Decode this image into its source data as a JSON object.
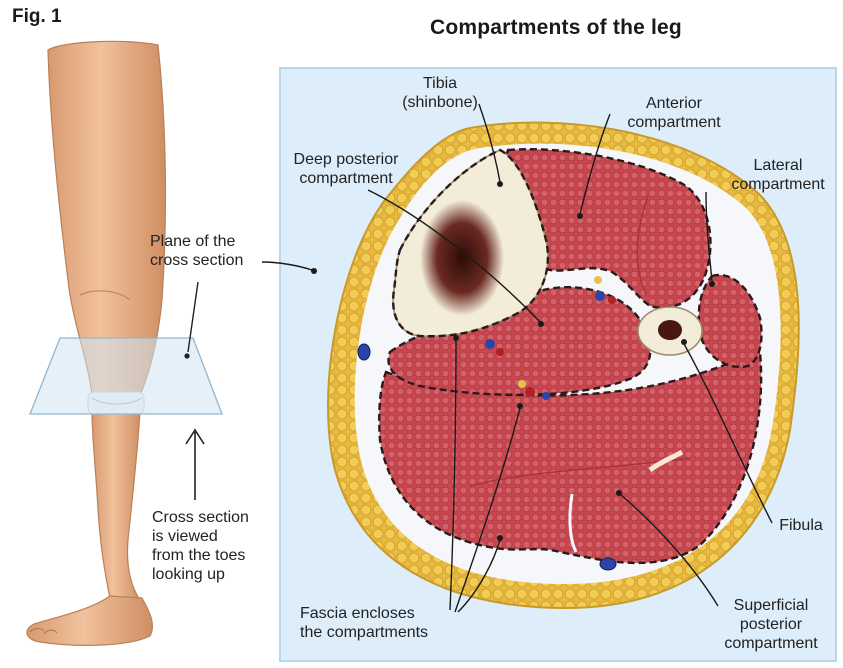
{
  "figure_label": "Fig. 1",
  "title": "Compartments of the leg",
  "labels": {
    "tibia": "Tibia\n(shinbone)",
    "anterior": "Anterior\ncompartment",
    "lateral": "Lateral\ncompartment",
    "deep_posterior": "Deep posterior\ncompartment",
    "plane": "Plane of the\ncross section",
    "cross_section_view": "Cross section\nis viewed\nfrom the toes\nlooking up",
    "fibula": "Fibula",
    "fascia": "Fascia encloses\nthe compartments",
    "superficial_posterior": "Superficial\nposterior\ncompartment"
  },
  "colors": {
    "skin": "#e9b48c",
    "fat": "#e9b93f",
    "muscle": "#c8474f",
    "bone": "#f3ecd9",
    "marrow": "#4a1612",
    "panel": "#ddeefa",
    "plane": "#cfe3f4",
    "fascia": "#2a1a1a"
  }
}
